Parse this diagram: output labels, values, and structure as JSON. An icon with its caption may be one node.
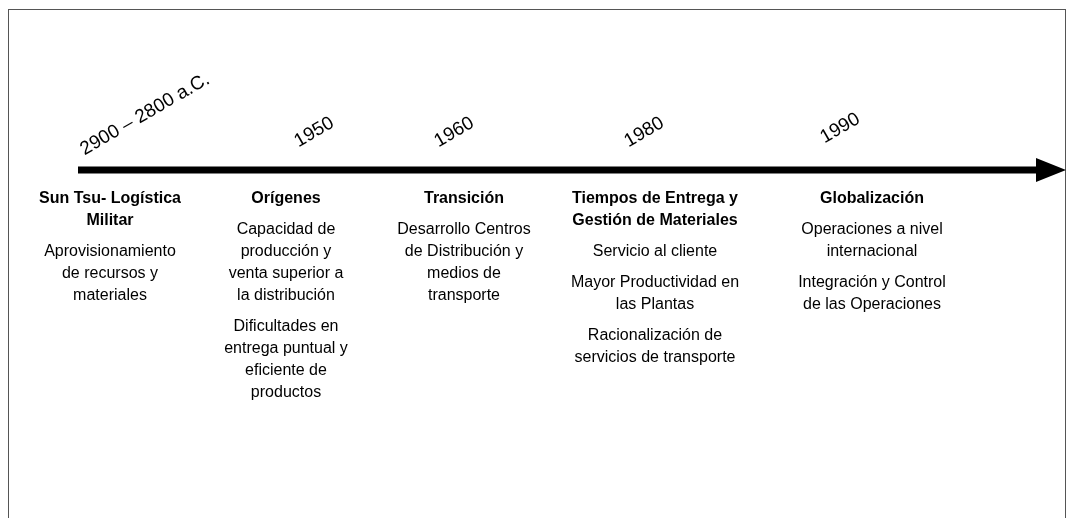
{
  "diagram": {
    "labels": [
      "2900 – 2800 a.C.",
      "1950",
      "1960",
      "1980",
      "1990",
      "Sun Tsu- Logística Militar",
      "Aprovisionamiento de recursos y materiales",
      "Orígenes",
      "Capacidad de producción y venta superior a la distribución",
      "Dificultades en entrega puntual y eficiente de productos",
      "Transición",
      "Desarrollo Centros de Distribución y medios de transporte",
      "Tiempos de Entrega y Gestión de Materiales",
      "Servicio al cliente",
      "Mayor Productividad en las Plantas",
      "Racionalización de servicios de transporte",
      "Globalización",
      "Operaciones a nivel internacional",
      "Integración y Control de las Operaciones"
    ]
  }
}
